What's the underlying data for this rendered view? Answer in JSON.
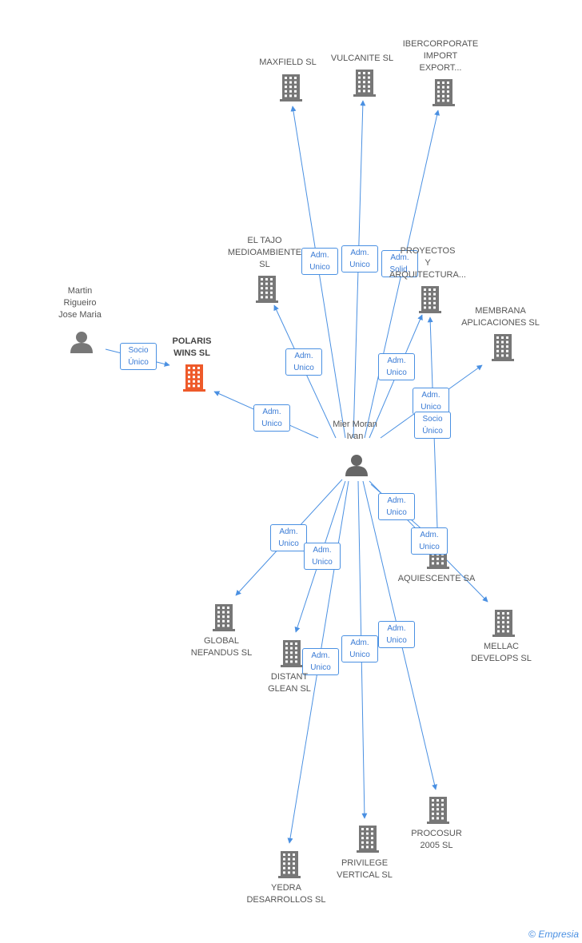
{
  "colors": {
    "edge": "#4a90e2",
    "node": "#777777",
    "highlight": "#ee5a2a"
  },
  "center": {
    "id": "mier",
    "label": "Mier Moran\nIvan",
    "icon": "person-icon"
  },
  "nodes": [
    {
      "id": "martin",
      "label": "Martin\nRigueiro\nJose Maria",
      "type": "person"
    },
    {
      "id": "polaris",
      "label": "POLARIS\nWINS SL",
      "type": "company",
      "highlight": true
    },
    {
      "id": "maxfield",
      "label": "MAXFIELD SL",
      "type": "company"
    },
    {
      "id": "vulcanite",
      "label": "VULCANITE SL",
      "type": "company"
    },
    {
      "id": "ibercorporate",
      "label": "IBERCORPORATE\nIMPORT\nEXPORT...",
      "type": "company"
    },
    {
      "id": "eltajo",
      "label": "EL TAJO\nMEDIOAMBIENTE\nSL",
      "type": "company"
    },
    {
      "id": "proyectos",
      "label": "PROYECTOS\nY\nARQUITECTURA...",
      "type": "company"
    },
    {
      "id": "membrana",
      "label": "MEMBRANA\nAPLICACIONES SL",
      "type": "company"
    },
    {
      "id": "aquiescente",
      "label": "AQUIESCENTE SA",
      "type": "company"
    },
    {
      "id": "mellac",
      "label": "MELLAC\nDEVELOPS SL",
      "type": "company"
    },
    {
      "id": "global",
      "label": "GLOBAL\nNEFANDUS SL",
      "type": "company"
    },
    {
      "id": "distant",
      "label": "DISTANT\nGLEAN SL",
      "type": "company"
    },
    {
      "id": "procosur",
      "label": "PROCOSUR\n2005 SL",
      "type": "company"
    },
    {
      "id": "privilege",
      "label": "PRIVILEGE\nVERTICAL SL",
      "type": "company"
    },
    {
      "id": "yedra",
      "label": "YEDRA\nDESARROLLOS SL",
      "type": "company"
    }
  ],
  "edges": [
    {
      "from": "martin",
      "to": "polaris",
      "label": "Socio\nÚnico"
    },
    {
      "from": "mier",
      "to": "polaris",
      "label": "Adm.\nUnico"
    },
    {
      "from": "mier",
      "to": "maxfield",
      "label": "Adm.\nUnico"
    },
    {
      "from": "mier",
      "to": "vulcanite",
      "label": "Adm.\nUnico"
    },
    {
      "from": "mier",
      "to": "ibercorporate",
      "label": "Adm.\nSolid."
    },
    {
      "from": "mier",
      "to": "eltajo",
      "label": "Adm.\nUnico"
    },
    {
      "from": "mier",
      "to": "proyectos",
      "label": "Adm.\nUnico"
    },
    {
      "from": "mier",
      "to": "membrana",
      "label": "Adm.\nUnico"
    },
    {
      "from": "mier",
      "to": "proyectos",
      "label": "Socio\nÚnico"
    },
    {
      "from": "mier",
      "to": "aquiescente",
      "label": "Adm.\nUnico"
    },
    {
      "from": "mier",
      "to": "mellac",
      "label": "Adm.\nUnico"
    },
    {
      "from": "mier",
      "to": "global",
      "label": "Adm.\nUnico"
    },
    {
      "from": "mier",
      "to": "distant",
      "label": "Adm.\nUnico"
    },
    {
      "from": "mier",
      "to": "yedra",
      "label": "Adm.\nUnico"
    },
    {
      "from": "mier",
      "to": "privilege",
      "label": "Adm.\nUnico"
    },
    {
      "from": "mier",
      "to": "procosur",
      "label": "Adm.\nUnico"
    }
  ],
  "footer": {
    "copyright": "©",
    "brand": "Empresia"
  }
}
